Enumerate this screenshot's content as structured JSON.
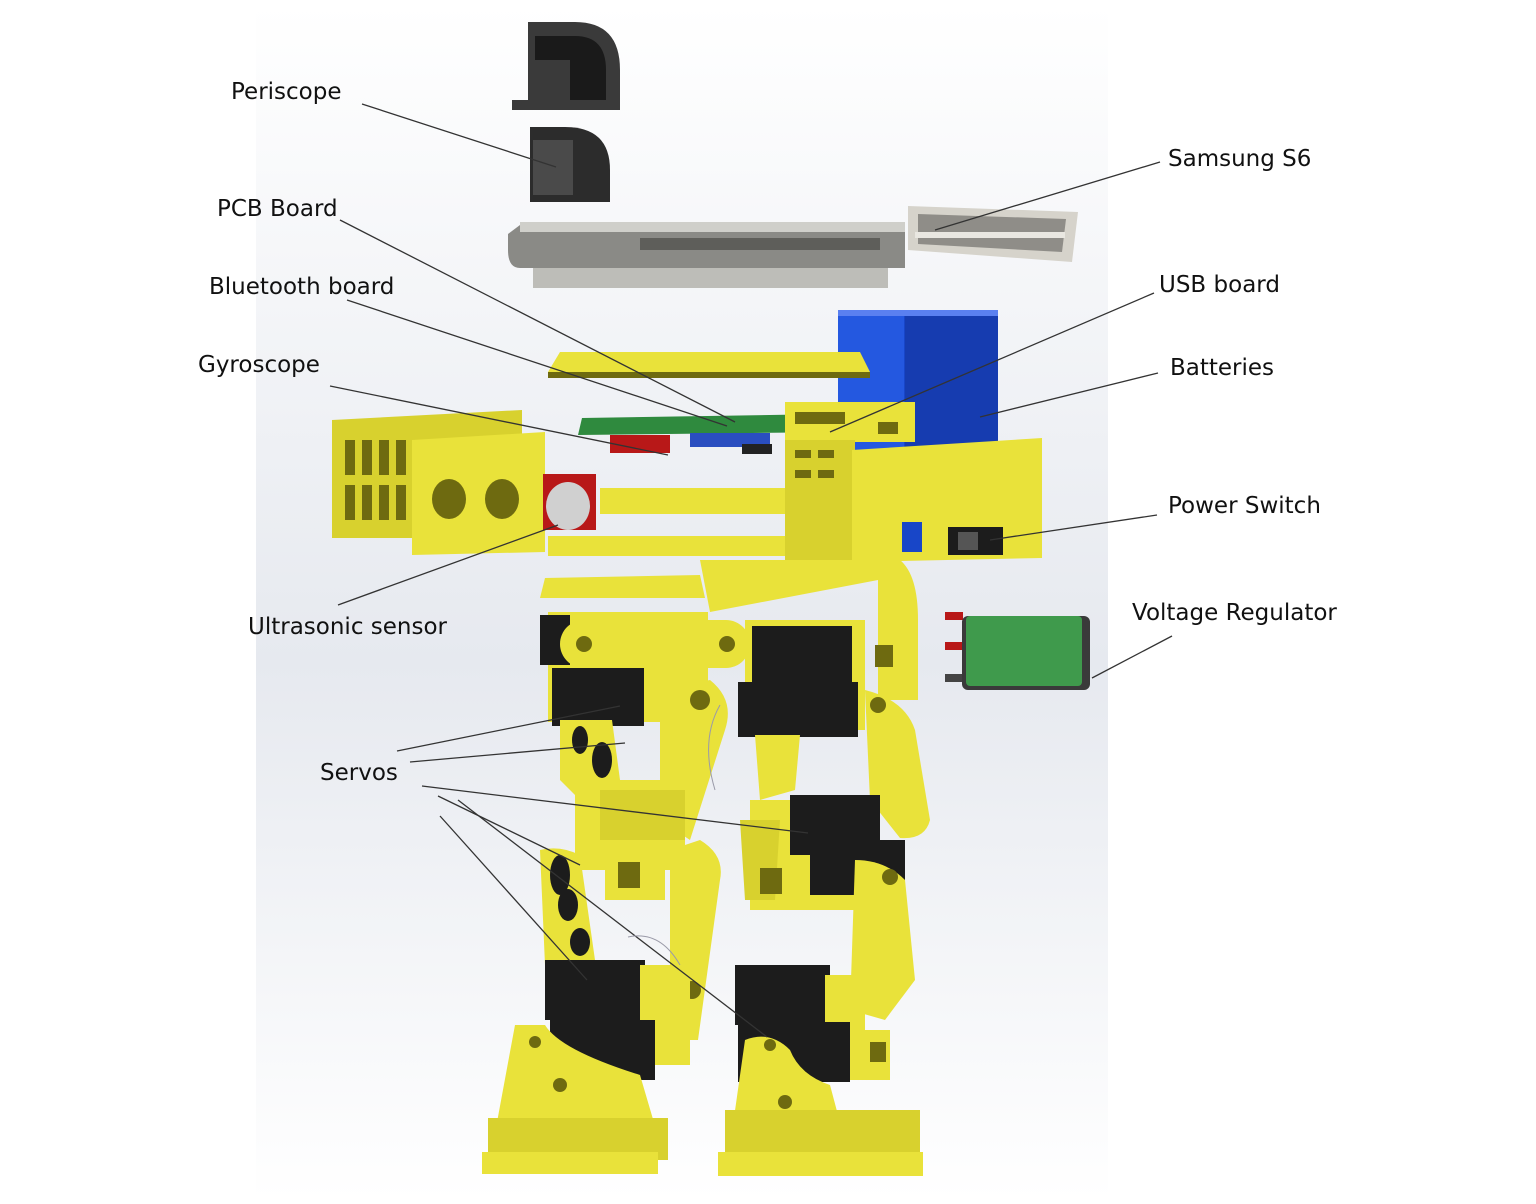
{
  "labels": {
    "periscope": "Periscope",
    "pcb_board": "PCB Board",
    "bluetooth_board": "Bluetooth board",
    "gyroscope": "Gyroscope",
    "ultrasonic_sensor": "Ultrasonic sensor",
    "servos": "Servos",
    "samsung_s6": "Samsung S6",
    "usb_board": "USB board",
    "batteries": "Batteries",
    "power_switch": "Power Switch",
    "voltage_regulator": "Voltage Regulator"
  },
  "colors": {
    "frame_yellow": "#e9e23a",
    "frame_shadow": "#6e6a10",
    "servo_black": "#1c1c1c",
    "battery_blue": "#1846c8",
    "pcb_green": "#2f8a3e",
    "regulator_green": "#3f9a4c",
    "phone_gray": "#8a8a86",
    "periscope_dark": "#2c2c2c",
    "sensor_red": "#b81818",
    "leader_line": "#333333"
  }
}
